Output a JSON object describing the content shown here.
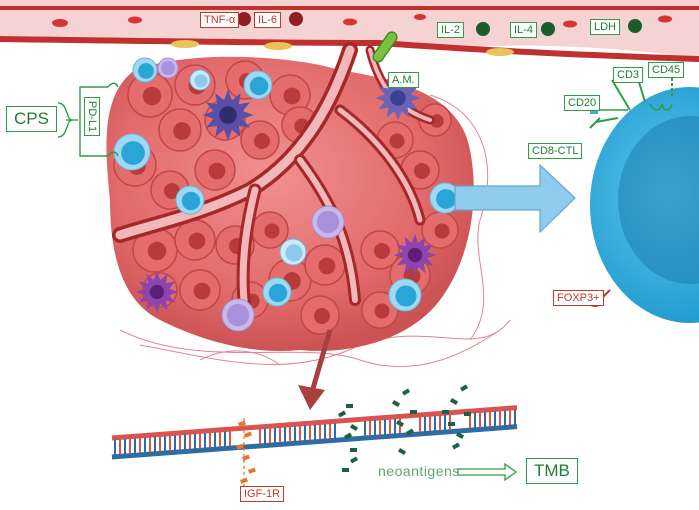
{
  "title": "",
  "labels": {
    "tnf": "TNF-α",
    "il6": "IL-6",
    "il2": "IL-2",
    "il4": "IL-4",
    "ldh": "LDH",
    "am": "A.M.",
    "cps": "CPS",
    "pdl1": "PD-L1",
    "cd3": "CD3",
    "cd45": "CD45",
    "cd20": "CD20",
    "cd8": "CD8-CTL",
    "foxp3": "FOXP3+",
    "igf1r": "IGF-1R",
    "neoantigens": "neoantigens",
    "tmb": "TMB"
  },
  "colors": {
    "vessel": "#d13a3a",
    "vessel_lumen": "#f4c3c3",
    "tumor_cell": "#e26a6a",
    "tumor_dark": "#c84848",
    "label_red": "#c0392b",
    "label_green": "#2e9e44",
    "lymphocyte": "#29a7d8",
    "lymphocyte_light": "#b9e3f5",
    "dendritic_purple": "#8e44ad",
    "dendritic_navy": "#3b3f8f",
    "arrow_blue": "#8fcbea",
    "arrow_red": "#a84040",
    "dna_red": "#d9534f",
    "dna_blue": "#2e6da4",
    "neoantigen": "#1f5f4a",
    "igf_orange": "#e8742c"
  }
}
